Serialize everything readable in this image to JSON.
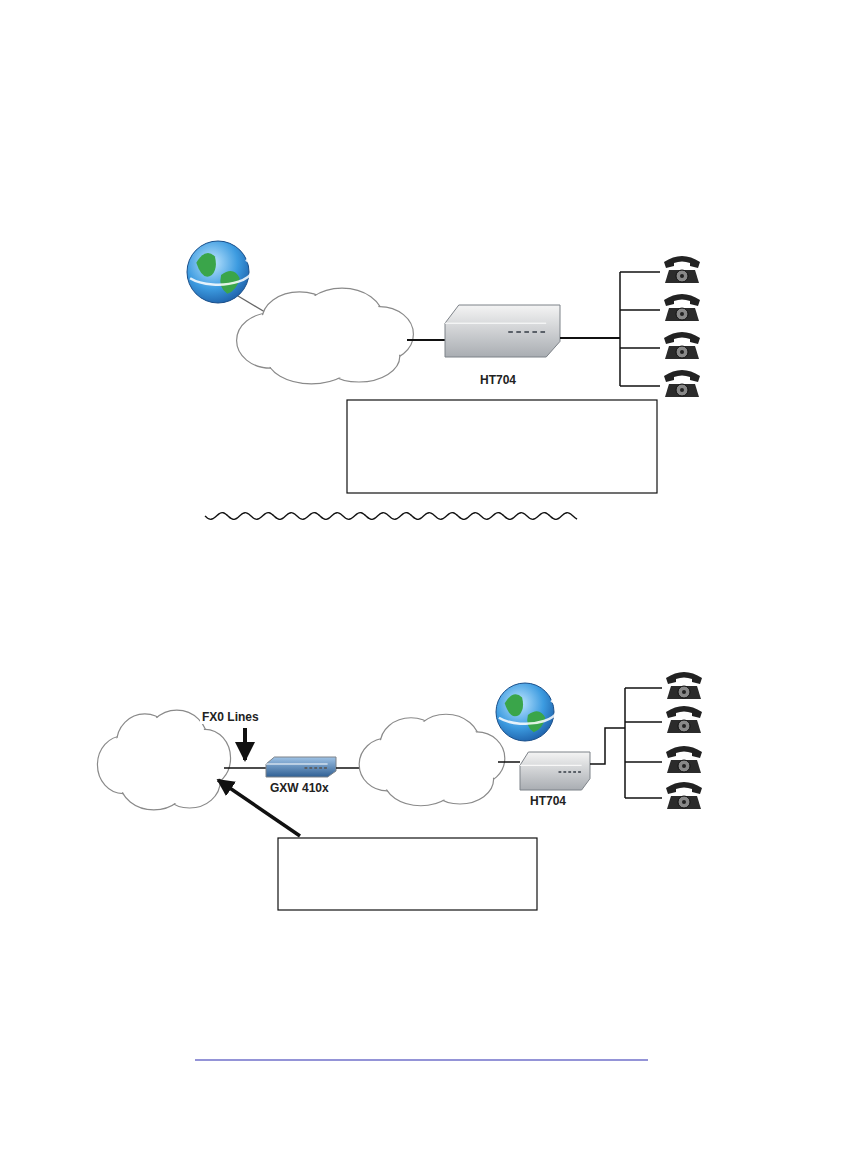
{
  "diagram": {
    "labels": [
      "HT704",
      "FX0 Lines",
      "GXW 410x",
      "HT704"
    ]
  }
}
